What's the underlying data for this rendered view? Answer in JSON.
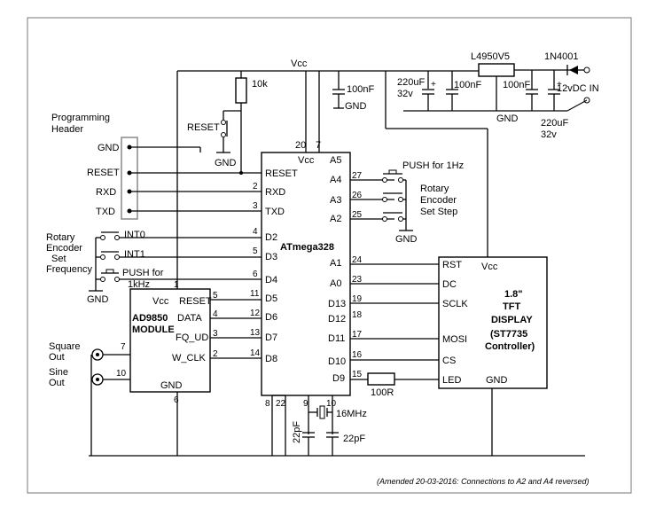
{
  "rails": {
    "vcc": "Vcc",
    "gnd": "GND"
  },
  "power": {
    "regulator": "L4950V5",
    "diode": "1N4001",
    "input": "12vDC IN",
    "cap_a_value": "220uF",
    "cap_a_voltage": "32v",
    "cap_b": "100nF",
    "cap_c": "100nF",
    "cap_d_value": "220uF",
    "cap_d_voltage": "32v",
    "cap_vcc": "100nF",
    "gnd": "GND"
  },
  "reset": {
    "resistor": "10k",
    "switch": "RESET",
    "gnd": "GND"
  },
  "header": {
    "title_line1": "Programming",
    "title_line2": "Header",
    "pins": [
      "GND",
      "RESET",
      "RXD",
      "TXD"
    ]
  },
  "mcu": {
    "name": "ATmega328",
    "vcc": "Vcc",
    "top_pins": [
      "20",
      "7"
    ],
    "bottom_pins": [
      "8",
      "22",
      "9",
      "10"
    ],
    "left": [
      {
        "num": "",
        "label": "RESET"
      },
      {
        "num": "2",
        "label": "RXD"
      },
      {
        "num": "3",
        "label": "TXD"
      },
      {
        "num": "4",
        "label": "D2"
      },
      {
        "num": "5",
        "label": "D3"
      },
      {
        "num": "6",
        "label": "D4"
      },
      {
        "num": "11",
        "label": "D5"
      },
      {
        "num": "12",
        "label": "D6"
      },
      {
        "num": "13",
        "label": "D7"
      },
      {
        "num": "14",
        "label": "D8"
      }
    ],
    "right": [
      {
        "num": "",
        "label": "A5"
      },
      {
        "num": "27",
        "label": "A4"
      },
      {
        "num": "26",
        "label": "A3"
      },
      {
        "num": "25",
        "label": "A2"
      },
      {
        "num": "24",
        "label": "A1"
      },
      {
        "num": "23",
        "label": "A0"
      },
      {
        "num": "19",
        "label": "D13"
      },
      {
        "num": "18",
        "label": "D12"
      },
      {
        "num": "17",
        "label": "D11"
      },
      {
        "num": "16",
        "label": "D10"
      },
      {
        "num": "15",
        "label": "D9"
      }
    ]
  },
  "buttons_right": {
    "push": "PUSH for 1Hz",
    "rotary_line1": "Rotary",
    "rotary_line2": "Encoder",
    "rotary_line3": "Set Step",
    "gnd": "GND"
  },
  "buttons_left": {
    "title_line1": "Rotary",
    "title_line2": "Encoder",
    "title_line3": "Set",
    "title_line4": "Frequency",
    "int0": "INT0",
    "int1": "INT1",
    "push_line1": "PUSH for",
    "push_line2": "1kHz",
    "gnd": "GND"
  },
  "ad9850": {
    "name_line1": "AD9850",
    "name_line2": "MODULE",
    "vcc": "Vcc",
    "gnd": "GND",
    "pin_vcc": "1",
    "pin_gnd": "6",
    "pins": [
      {
        "num": "5",
        "label": "RESET"
      },
      {
        "num": "4",
        "label": "DATA"
      },
      {
        "num": "3",
        "label": "FQ_UD"
      },
      {
        "num": "2",
        "label": "W_CLK"
      }
    ],
    "out_square_num": "7",
    "out_sine_num": "10"
  },
  "outputs": {
    "square_line1": "Square",
    "square_line2": "Out",
    "sine_line1": "Sine",
    "sine_line2": "Out"
  },
  "crystal": {
    "freq": "16MHz",
    "cap1": "22pF",
    "cap2": "22pF"
  },
  "display": {
    "title_line1": "1.8\"",
    "title_line2": "TFT",
    "title_line3": "DISPLAY",
    "title_line4": "(ST7735",
    "title_line5": "Controller)",
    "vcc": "Vcc",
    "gnd": "GND",
    "pins": [
      "RST",
      "DC",
      "SCLK",
      "MOSI",
      "CS",
      "LED"
    ],
    "resistor": "100R"
  },
  "note": "(Amended 20-03-2016: Connections to A2 and A4 reversed)"
}
